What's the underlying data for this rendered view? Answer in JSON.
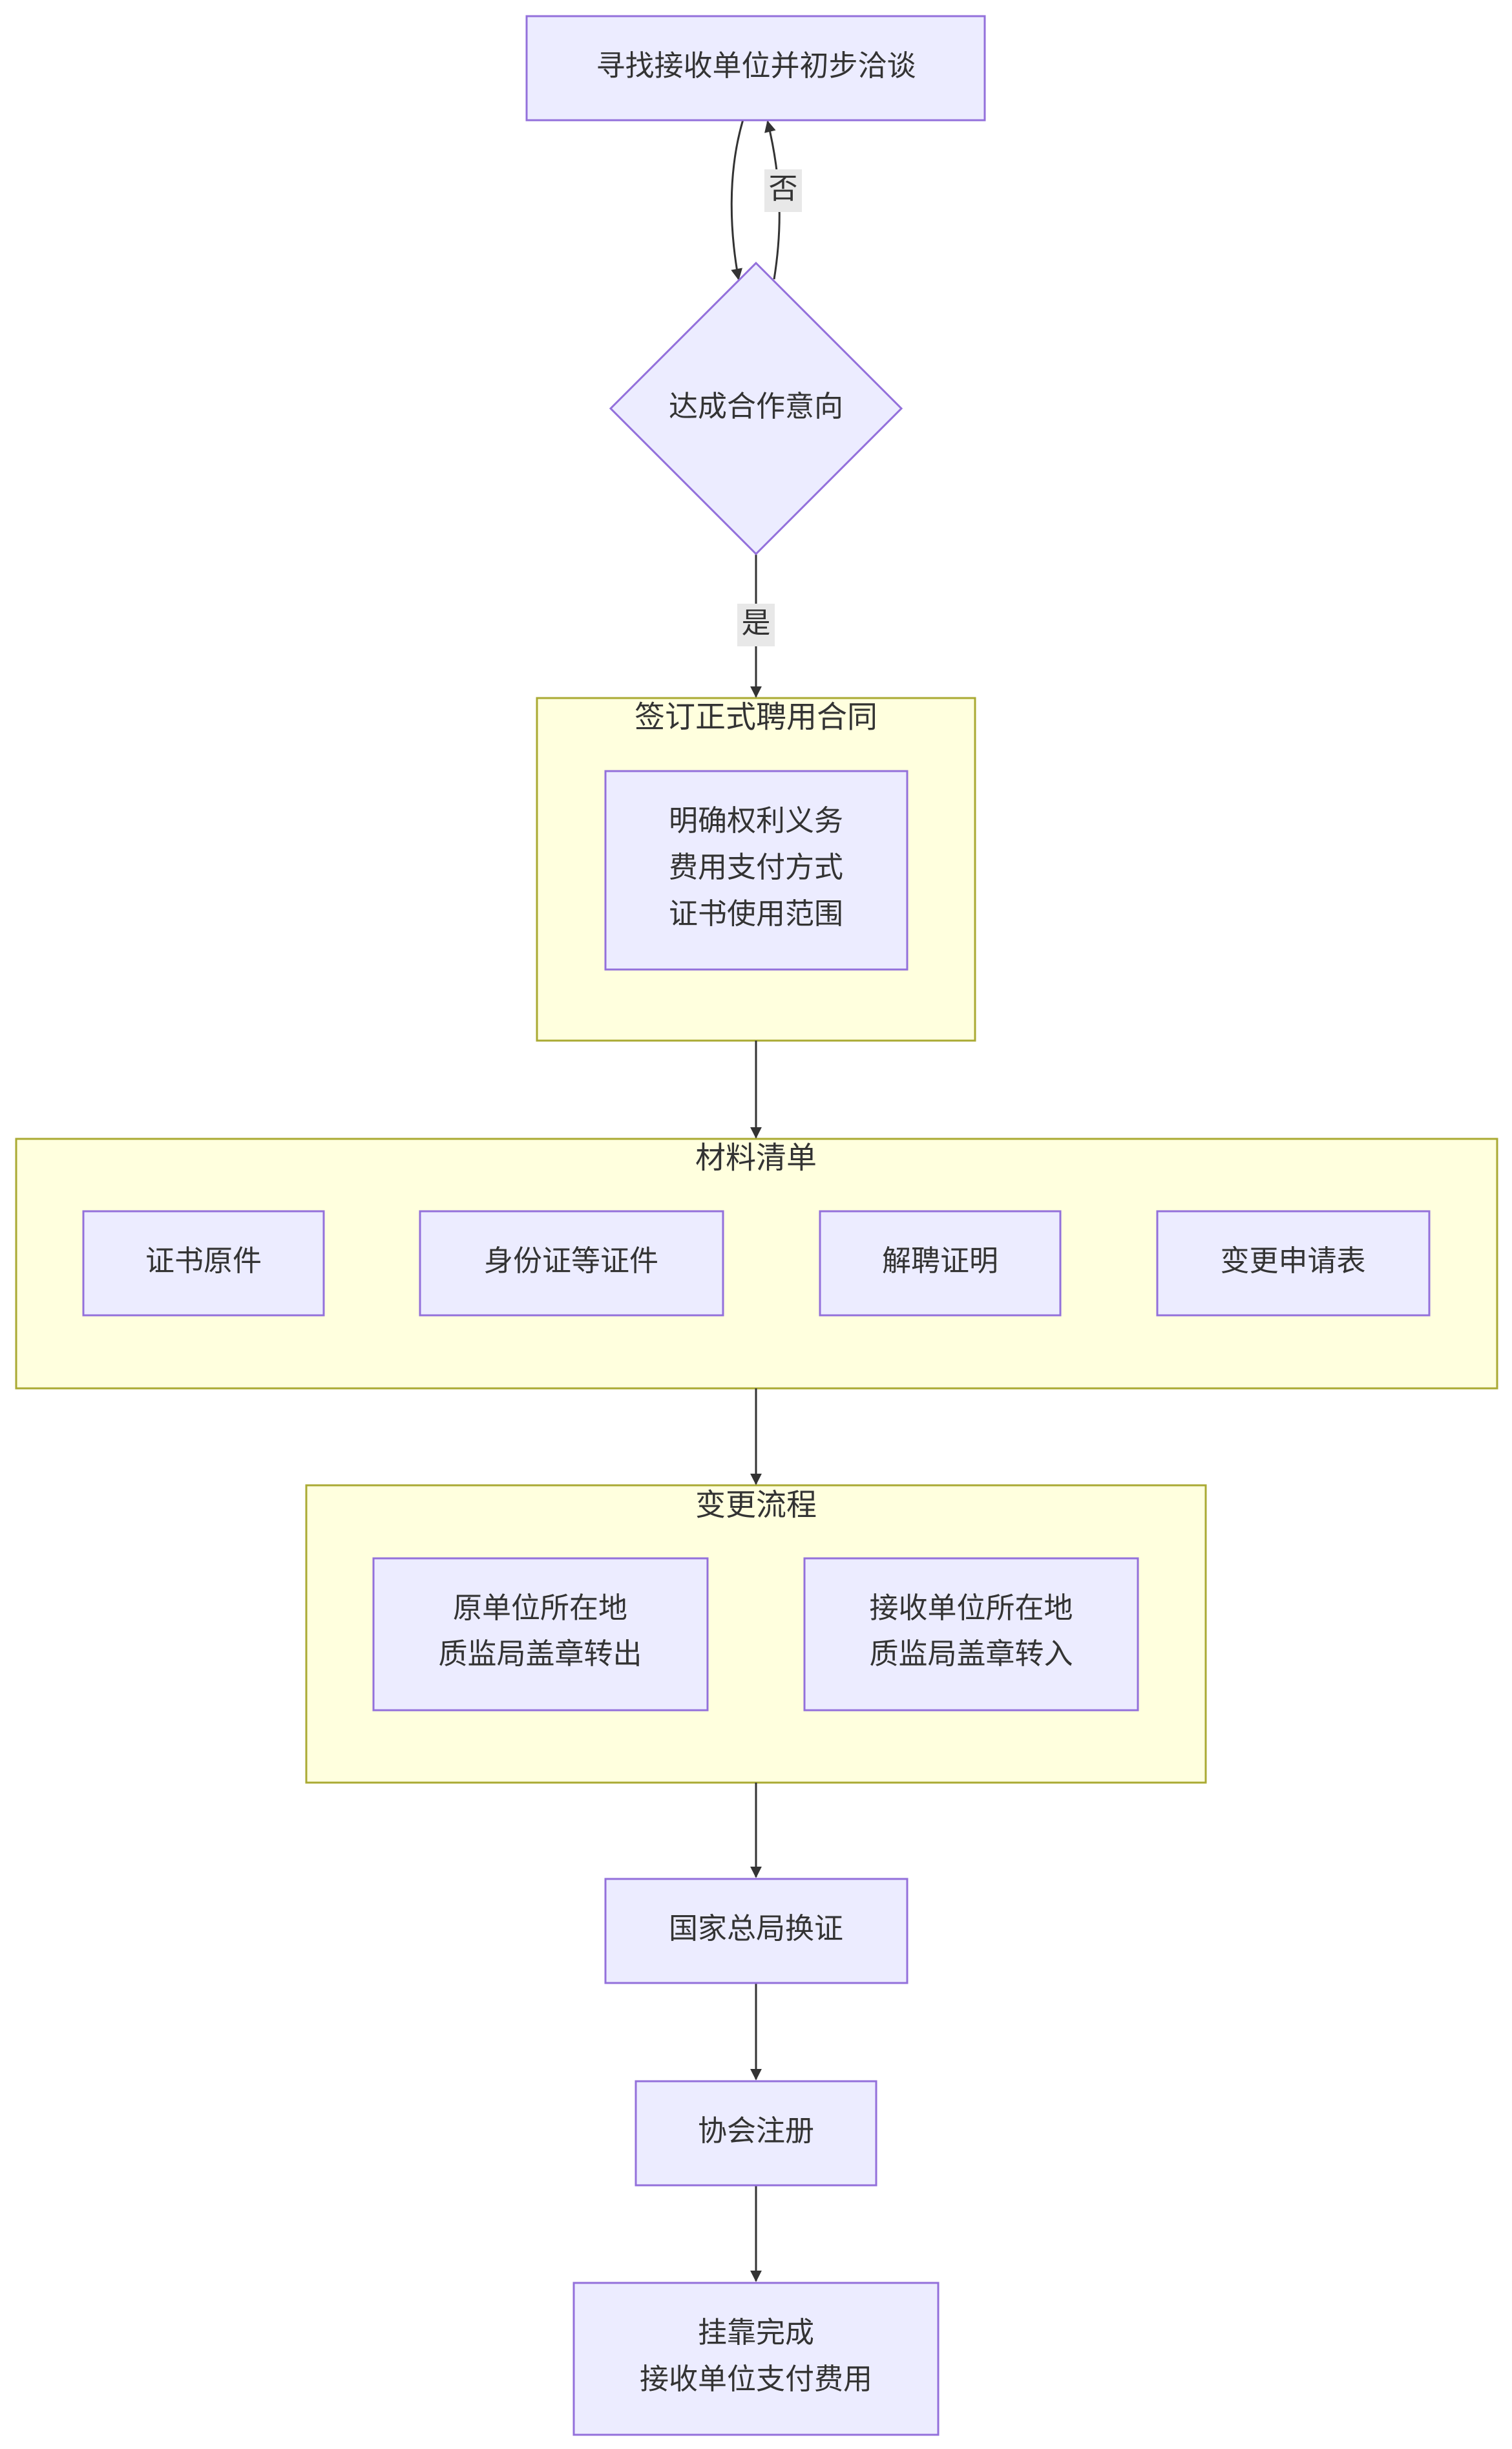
{
  "nodes": {
    "find_unit": {
      "text": "寻找接收单位并初步洽谈"
    },
    "agreement": {
      "text": "达成合作意向"
    },
    "rights": {
      "text": "明确权利义务"
    },
    "payment": {
      "text": "费用支付方式"
    },
    "cert_scope": {
      "text": "证书使用范围"
    },
    "cert_original": {
      "text": "证书原件"
    },
    "id_docs": {
      "text": "身份证等证件"
    },
    "dismissal": {
      "text": "解聘证明"
    },
    "change_form": {
      "text": "变更申请表"
    },
    "orig_line1": {
      "text": "原单位所在地"
    },
    "orig_line2": {
      "text": "质监局盖章转出"
    },
    "recv_line1": {
      "text": "接收单位所在地"
    },
    "recv_line2": {
      "text": "质监局盖章转入"
    },
    "national": {
      "text": "国家总局换证"
    },
    "association": {
      "text": "协会注册"
    },
    "done_line1": {
      "text": "挂靠完成"
    },
    "done_line2": {
      "text": "接收单位支付费用"
    }
  },
  "groups": {
    "contract": {
      "title": "签订正式聘用合同"
    },
    "materials": {
      "title": "材料清单"
    },
    "process": {
      "title": "变更流程"
    }
  },
  "edges": {
    "no_label": "否",
    "yes_label": "是"
  },
  "colors": {
    "node_fill": "#ECECFF",
    "node_stroke": "#9370DB",
    "group_fill": "#FFFFDE",
    "group_stroke": "#AAAA33",
    "edge": "#333333",
    "label_bg": "#E8E8E8",
    "text": "#333333"
  }
}
